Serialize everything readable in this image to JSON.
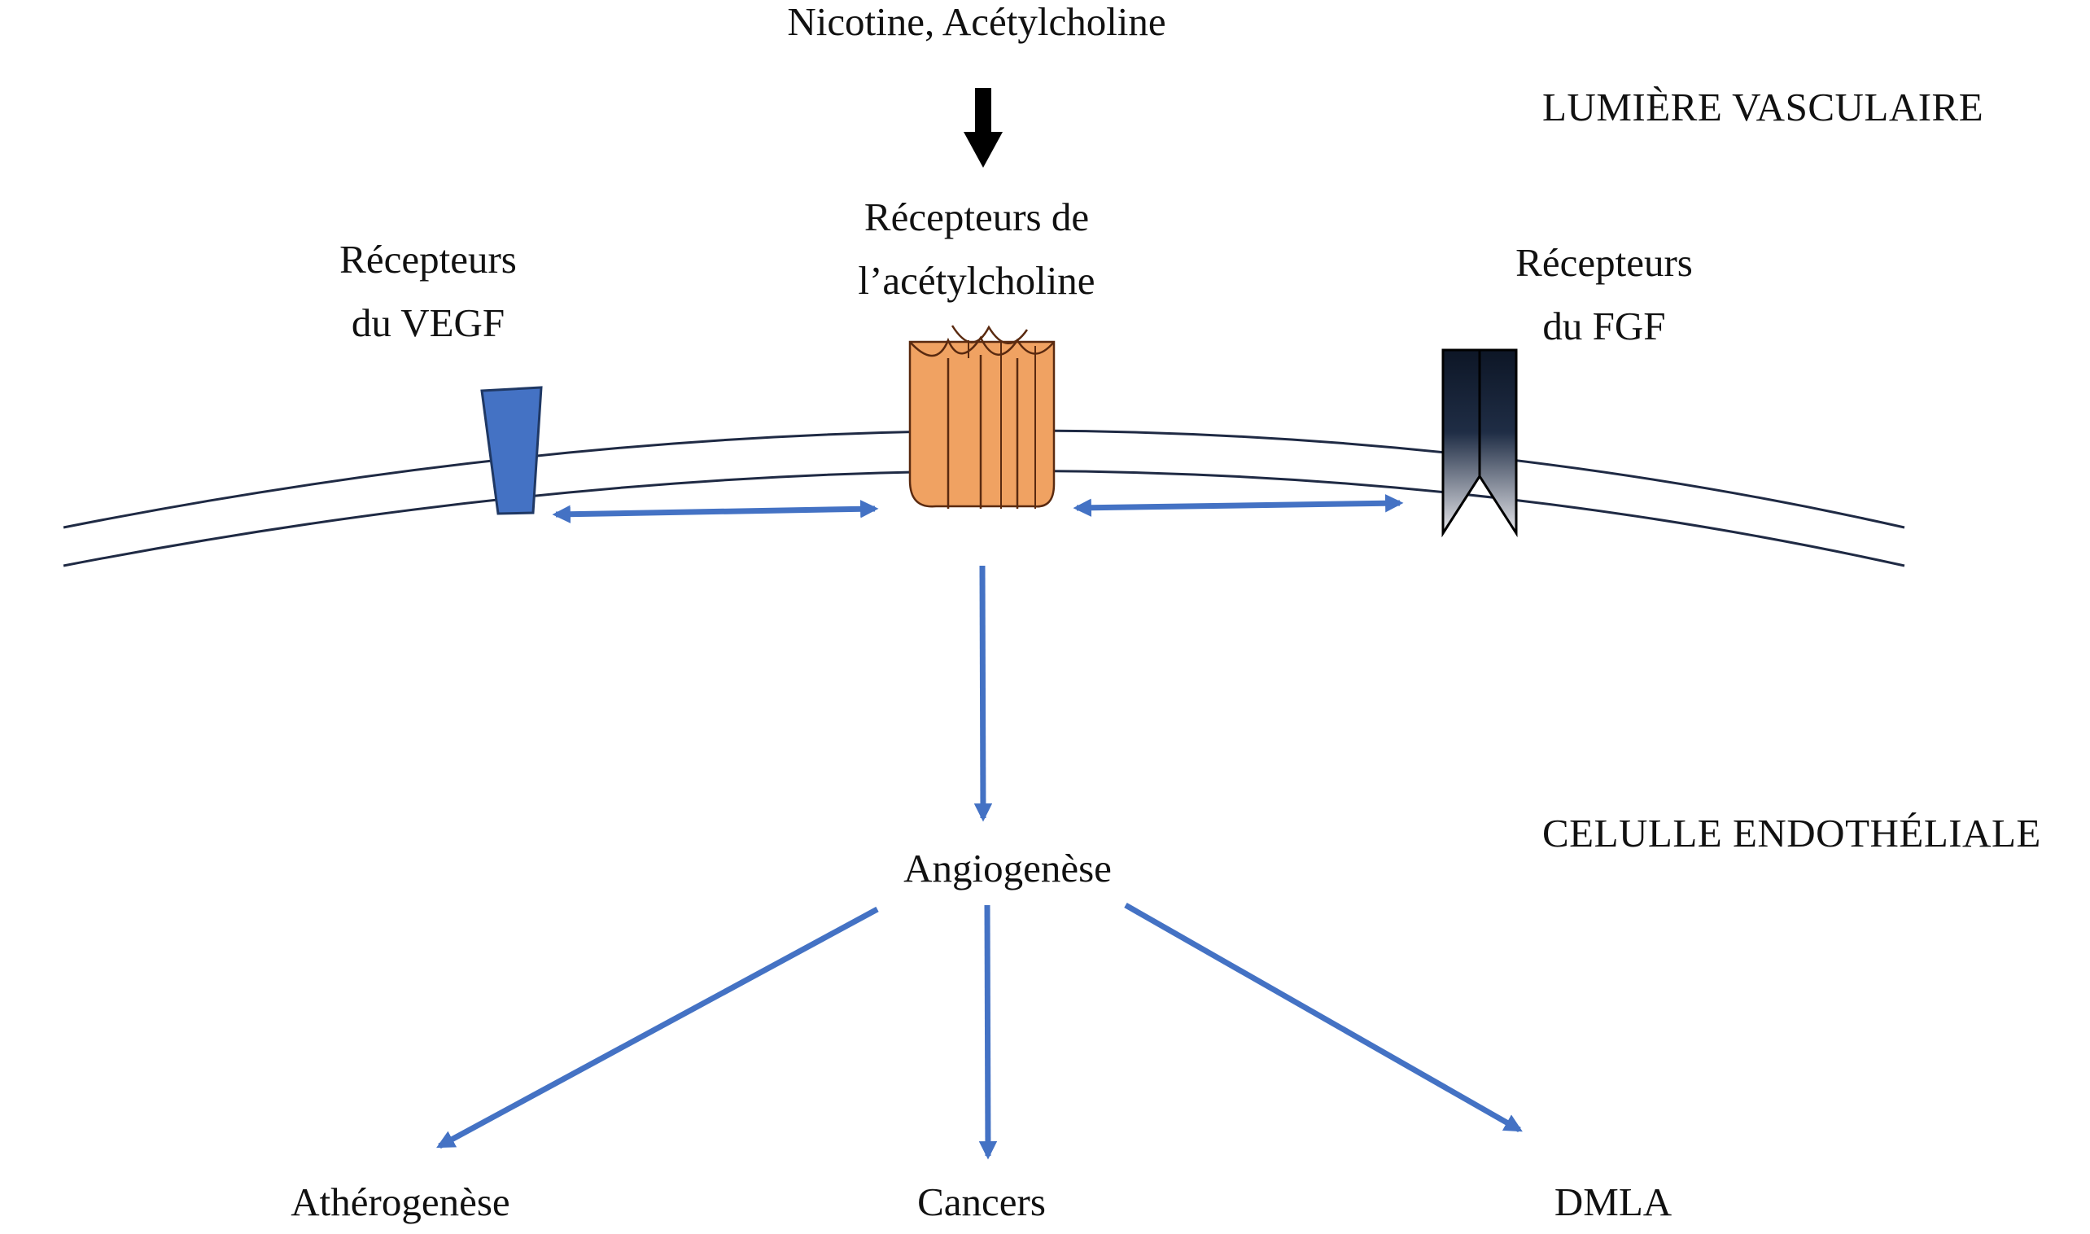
{
  "stimulus": "Nicotine, Acétylcholine",
  "regions": {
    "lumen": "LUMIÈRE VASCULAIRE",
    "endothelial_cell": "CELULLE ENDOTHÉLIALE"
  },
  "receptors": {
    "vegf": {
      "line1": "Récepteurs",
      "line2": "du VEGF",
      "color": "#4472C4"
    },
    "acetylcholine": {
      "line1": "Récepteurs de",
      "line2": "l’acétylcholine",
      "color": "#F0A262"
    },
    "fgf": {
      "line1": "Récepteurs",
      "line2": "du FGF",
      "color": "#1a2233"
    }
  },
  "process": "Angiogenèse",
  "outcomes": {
    "left": "Athérogenèse",
    "center": "Cancers",
    "right": "DMLA"
  },
  "colors": {
    "arrow_blue": "#4472C4",
    "membrane": "#1f2a44",
    "stimulus_arrow": "#000000"
  }
}
